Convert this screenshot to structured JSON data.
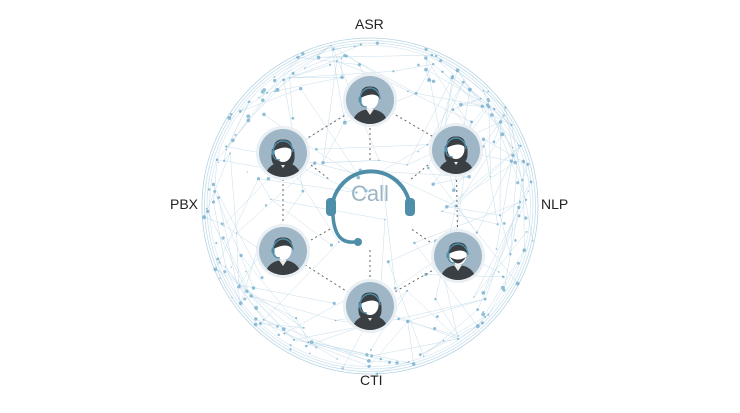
{
  "labels": {
    "top": "ASR",
    "left": "PBX",
    "right": "NLP",
    "bottom": "CTI"
  },
  "center": {
    "text": "Call",
    "icon": "headset-icon"
  },
  "agents": [
    {
      "icon": "male-agent-headset-icon"
    },
    {
      "icon": "female-agent-headset-icon"
    },
    {
      "icon": "bearded-agent-headset-icon"
    },
    {
      "icon": "female-agent-headset-icon"
    },
    {
      "icon": "male-agent-headset-icon"
    },
    {
      "icon": "female-agent-headset-icon"
    }
  ],
  "colors": {
    "network": "#5b9fc4",
    "avatar_bg": "#9fb6c6",
    "avatar_ring": "#e9eff3",
    "person": "#3a3f44",
    "headset": "#4f8ea8",
    "connector": "#666666",
    "label": "#222222",
    "call_text": "#9bb4c4"
  }
}
